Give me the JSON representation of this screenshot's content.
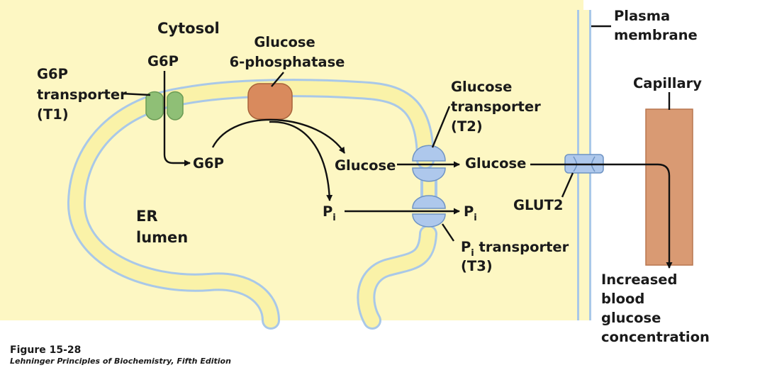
{
  "colors": {
    "cytosol": "#fdf7c3",
    "membrane_outer": "#a9c8e8",
    "membrane_inner": "#faf2a8",
    "t1_transporter": "#8fbf76",
    "enzyme": "#d98a5d",
    "transporters": "#aec8ec",
    "capillary": "#d99a73"
  },
  "labels": {
    "cytosol": "Cytosol",
    "g6p_top": "G6P",
    "enzyme_line1": "Glucose",
    "enzyme_line2": "6-phosphatase",
    "t1_line1": "G6P",
    "t1_line2": "transporter",
    "t1_line3": "(T1)",
    "g6p_lumen": "G6P",
    "glucose_lumen": "Glucose",
    "glucose_cytosol": "Glucose",
    "t2_line1": "Glucose",
    "t2_line2": "transporter",
    "t2_line3": "(T2)",
    "pi_lumen": "P",
    "pi_lumen_sub": "i",
    "pi_cytosol": "P",
    "pi_cytosol_sub": "i",
    "t3_p": "P",
    "t3_sub": "i",
    "t3_rest": " transporter",
    "t3_line2": "(T3)",
    "er_line1": "ER",
    "er_line2": "lumen",
    "glut2": "GLUT2",
    "plasma_line1": "Plasma",
    "plasma_line2": "membrane",
    "capillary": "Capillary",
    "result_line1": "Increased",
    "result_line2": "blood",
    "result_line3": "glucose",
    "result_line4": "concentration"
  },
  "caption": {
    "figure": "Figure 15-28",
    "source": "Lehninger Principles of Biochemistry, Fifth Edition"
  }
}
